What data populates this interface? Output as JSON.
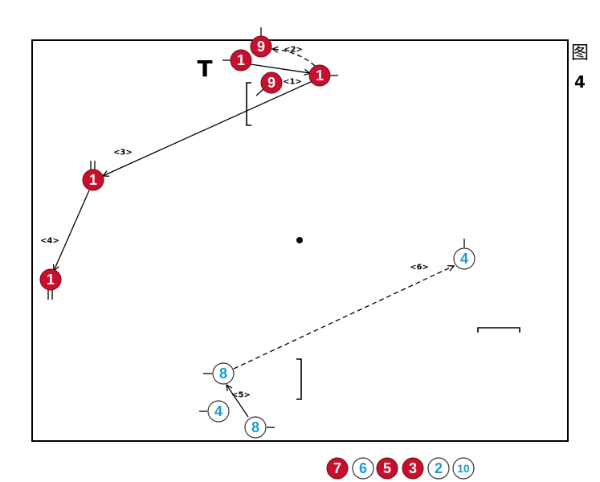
{
  "caption": {
    "prefix": "图",
    "number": "4"
  },
  "court": {
    "coach_mark": "T",
    "red_players": [
      "9",
      "1",
      "1",
      "9",
      "1",
      "1"
    ],
    "blue_players": [
      "4",
      "8",
      "4",
      "8"
    ],
    "move_labels": [
      "<1>",
      "<2>",
      "<3>",
      "<4>",
      "<5>",
      "<6>"
    ]
  },
  "bench": [
    "7",
    "6",
    "5",
    "3",
    "2",
    "10"
  ],
  "colors": {
    "red_team": "#c8102e",
    "blue_team": "#1a9ad6",
    "line": "#000000"
  }
}
